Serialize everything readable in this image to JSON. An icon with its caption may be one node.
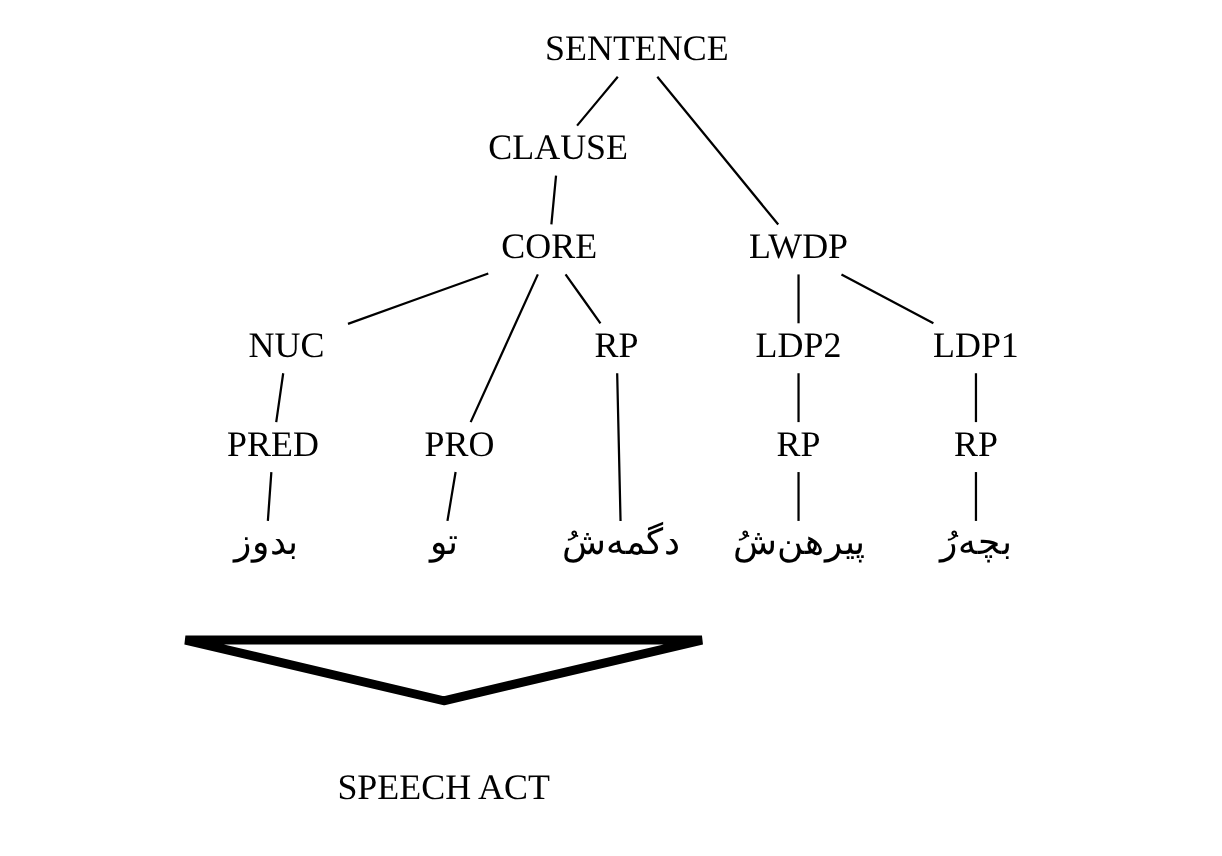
{
  "diagram": {
    "nodes": [
      {
        "text": [
          "SENTENCE"
        ]
      },
      {
        "text": [
          "CLAUSE"
        ]
      },
      {
        "text": [
          "LWDP"
        ]
      },
      {
        "text": [
          "CORE"
        ]
      },
      {
        "text": [
          "LDP2"
        ]
      },
      {
        "text": [
          "LDP1"
        ]
      },
      {
        "text": [
          "NUC"
        ]
      },
      {
        "text": [
          "PRO"
        ]
      },
      {
        "text": [
          "RP"
        ]
      },
      {
        "text": [
          "RP"
        ]
      },
      {
        "text": [
          "RP"
        ]
      },
      {
        "text": [
          "PRED"
        ]
      },
      {
        "text": [
          "بدوز"
        ]
      },
      {
        "text": [
          "تو"
        ]
      },
      {
        "text": [
          "دگمه‌شُ"
        ]
      },
      {
        "text": [
          "پیرهن‌شُ"
        ]
      },
      {
        "text": [
          "بچه‌رُ"
        ]
      },
      {
        "text": [],
        "shape": "triangle"
      }
    ],
    "edges": [
      {
        "from": 0,
        "to": 1,
        "arrow": "none"
      },
      {
        "from": 0,
        "to": 2,
        "arrow": "none"
      },
      {
        "from": 1,
        "to": 3,
        "arrow": "none"
      },
      {
        "from": 2,
        "to": 4,
        "arrow": "none"
      },
      {
        "from": 2,
        "to": 5,
        "arrow": "none"
      },
      {
        "from": 3,
        "to": 6,
        "arrow": "none"
      },
      {
        "from": 3,
        "to": 7,
        "arrow": "none"
      },
      {
        "from": 3,
        "to": 8,
        "arrow": "none"
      },
      {
        "from": 4,
        "to": 9,
        "arrow": "none"
      },
      {
        "from": 5,
        "to": 10,
        "arrow": "none"
      },
      {
        "from": 6,
        "to": 11,
        "arrow": "none"
      },
      {
        "from": 11,
        "to": 12,
        "arrow": "none"
      },
      {
        "from": 7,
        "to": 13,
        "arrow": "none"
      },
      {
        "from": 8,
        "to": 14,
        "arrow": "none"
      },
      {
        "from": 9,
        "to": 15,
        "arrow": "none"
      },
      {
        "from": 10,
        "to": 16,
        "arrow": "none"
      }
    ],
    "labels": [
      "SPEECH ACT"
    ]
  }
}
